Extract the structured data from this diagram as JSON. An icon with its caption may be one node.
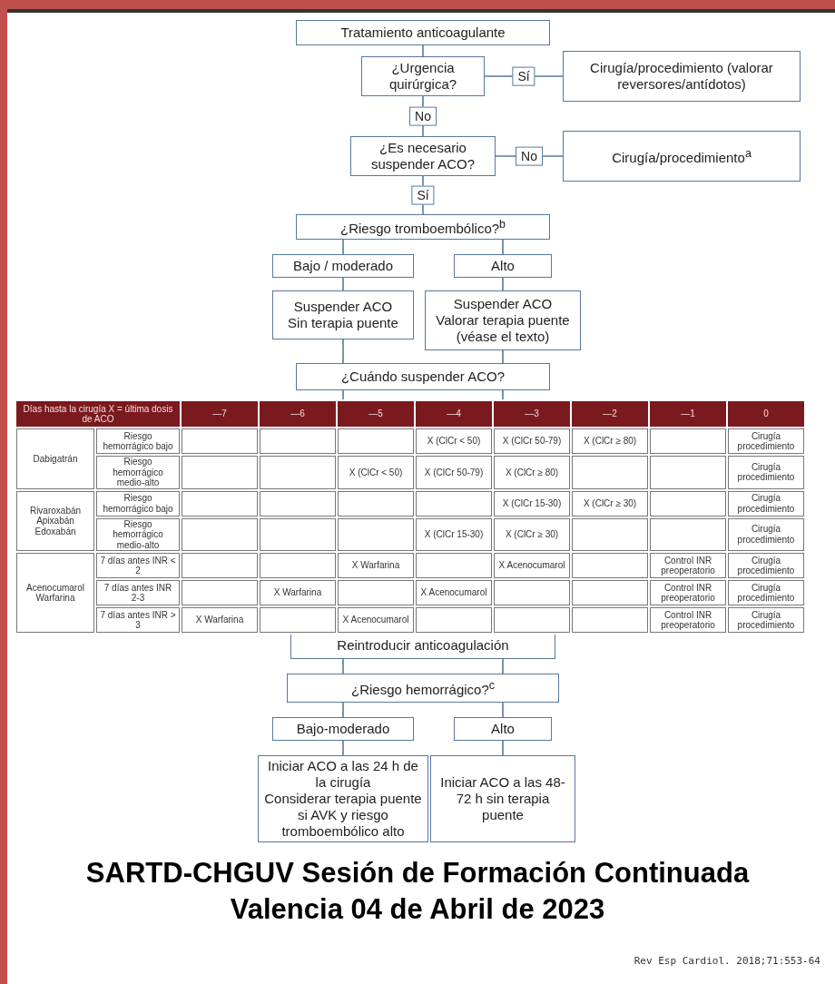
{
  "diagram": {
    "caption": "Rev Esp Cardiol. 2018;71:553-64",
    "nodes": [
      {
        "text": [
          "Tratamiento anticoagulante"
        ]
      },
      {
        "text": [
          "¿Urgencia quirúrgica?"
        ]
      },
      {
        "text": [
          "Cirugía/procedimiento (valorar reversores/antídotos)"
        ]
      },
      {
        "text": [
          "¿Es necesario suspender ACO?"
        ]
      },
      {
        "text": [
          "Cirugía/procedimiento$^{a}$"
        ]
      },
      {
        "text": [
          "¿Riesgo tromboembólico?$^{b}$"
        ]
      },
      {
        "text": [
          "Bajo / moderado"
        ]
      },
      {
        "text": [
          "Alto"
        ]
      },
      {
        "text": [
          "Suspender ACO",
          "Sin terapia puente"
        ]
      },
      {
        "text": [
          "Suspender ACO",
          "Valorar terapia puente (véase el texto)"
        ]
      },
      {
        "text": [
          "¿Cuándo suspender ACO?"
        ]
      },
      {
        "text": [
          "Reintroducir anticoagulación"
        ]
      },
      {
        "text": [
          "¿Riesgo hemorrágico?$^{c}$"
        ]
      },
      {
        "text": [
          "Bajo-moderado"
        ]
      },
      {
        "text": [
          "Alto"
        ]
      },
      {
        "text": [
          "Iniciar ACO a las 24 h de la cirugía",
          "Considerar terapia puente si AVK y riesgo tromboembólico alto"
        ]
      },
      {
        "text": [
          "Iniciar ACO a las 48-72 h sin terapia puente"
        ]
      }
    ],
    "edges": [
      {
        "from": 0,
        "to": 1,
        "arrow": "none"
      },
      {
        "from": 1,
        "to": 2,
        "arrow": "none",
        "label": "Sí"
      },
      {
        "from": 1,
        "to": 3,
        "arrow": "none",
        "label": "No"
      },
      {
        "from": 3,
        "to": 4,
        "arrow": "none",
        "label": "No"
      },
      {
        "from": 3,
        "to": 5,
        "arrow": "none",
        "label": "Sí"
      },
      {
        "from": 5,
        "to": 6,
        "arrow": "none"
      },
      {
        "from": 5,
        "to": 7,
        "arrow": "none"
      },
      {
        "from": 6,
        "to": 8,
        "arrow": "none"
      },
      {
        "from": 7,
        "to": 9,
        "arrow": "none"
      },
      {
        "from": 8,
        "to": 10,
        "arrow": "none"
      },
      {
        "from": 9,
        "to": 10,
        "arrow": "none"
      },
      {
        "from": 10,
        "to": 11,
        "arrow": "none"
      },
      {
        "from": 10,
        "to": 11,
        "arrow": "none"
      },
      {
        "from": 11,
        "to": 12,
        "arrow": "none"
      },
      {
        "from": 11,
        "to": 12,
        "arrow": "none"
      },
      {
        "from": 12,
        "to": 13,
        "arrow": "none"
      },
      {
        "from": 12,
        "to": 14,
        "arrow": "none"
      },
      {
        "from": 13,
        "to": 15,
        "arrow": "none"
      },
      {
        "from": 14,
        "to": 16,
        "arrow": "none"
      }
    ],
    "labels": [
      "Días hasta la cirugía X = última dosis de ACO",
      "—7",
      "—6",
      "—5",
      "—4",
      "—3",
      "—2",
      "—1",
      "0",
      "Dabigatrán",
      "Riesgo hemorrágico bajo",
      "X (ClCr < 50)",
      "X (ClCr 50-79)",
      "X (ClCr ≥ 80)",
      "Cirugía procedimiento",
      "Riesgo hemorrágico medio-alto",
      "X (ClCr < 50)",
      "X (ClCr 50-79)",
      "X (ClCr ≥ 80)",
      "Cirugía procedimiento",
      "Rivaroxabán Apixabán Edoxabán",
      "Riesgo hemorrágico bajo",
      "X (ClCr 15-30)",
      "X (ClCr ≥ 30)",
      "Cirugía procedimiento",
      "Riesgo hemorrágico medio-alto",
      "X (ClCr 15-30)",
      "X (ClCr ≥ 30)",
      "Cirugía procedimiento",
      "Acenocumarol Warfarina",
      "7 días antes INR < 2",
      "X Warfarina",
      "X Acenocumarol",
      "Control INR preoperatorio",
      "Cirugía procedimiento",
      "7 días antes INR 2-3",
      "X Warfarina",
      "X Acenocumarol",
      "Control INR preoperatorio",
      "Cirugía procedimiento",
      "7 días antes INR > 3",
      "X Warfarina",
      "X Acenocumarol",
      "Control INR preoperatorio",
      "Cirugía procedimiento",
      "SARTD-CHGUV Sesión de Formación Continuada",
      "Valencia 04 de Abril de 2023"
    ]
  }
}
